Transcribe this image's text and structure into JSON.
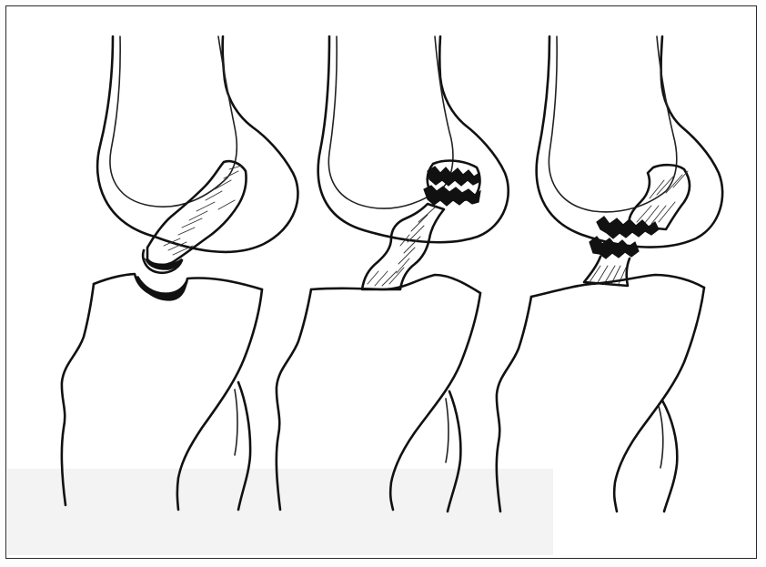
{
  "figure": {
    "panels": [
      {
        "id": "panel-1"
      },
      {
        "id": "panel-2"
      },
      {
        "id": "panel-3"
      }
    ]
  }
}
